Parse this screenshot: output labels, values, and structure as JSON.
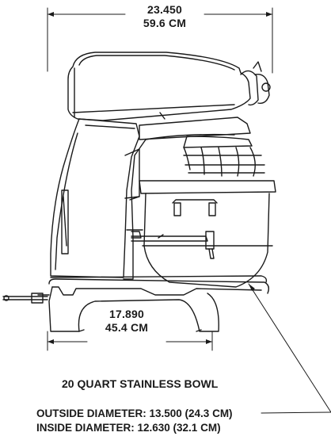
{
  "dimensions": {
    "overall_width_in": "23.450",
    "overall_width_cm": "59.6 CM",
    "base_depth_in": "17.890",
    "base_depth_cm": "45.4 CM"
  },
  "bowl": {
    "title": "20 QUART STAINLESS BOWL",
    "outside_diameter": "OUTSIDE DIAMETER: 13.500 (24.3 CM)",
    "inside_diameter": "INSIDE DIAMETER: 12.630 (32.1 CM)"
  }
}
